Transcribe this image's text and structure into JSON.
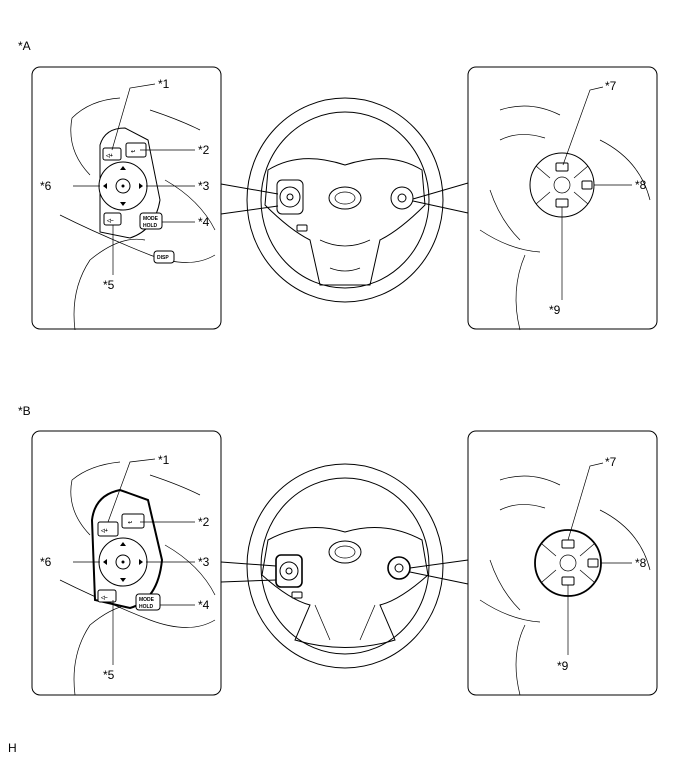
{
  "figure_code": "H",
  "sections": [
    {
      "id": "A",
      "label": "*A",
      "callouts": [
        "*1",
        "*2",
        "*3",
        "*4",
        "*5",
        "*6",
        "*7",
        "*8",
        "*9"
      ],
      "buttons": {
        "mode": "MODE",
        "hold": "HOLD",
        "disp": "DISP"
      }
    },
    {
      "id": "B",
      "label": "*B",
      "callouts": [
        "*1",
        "*2",
        "*3",
        "*4",
        "*5",
        "*6",
        "*7",
        "*8",
        "*9"
      ],
      "buttons": {
        "mode": "MODE",
        "hold": "HOLD"
      }
    }
  ]
}
